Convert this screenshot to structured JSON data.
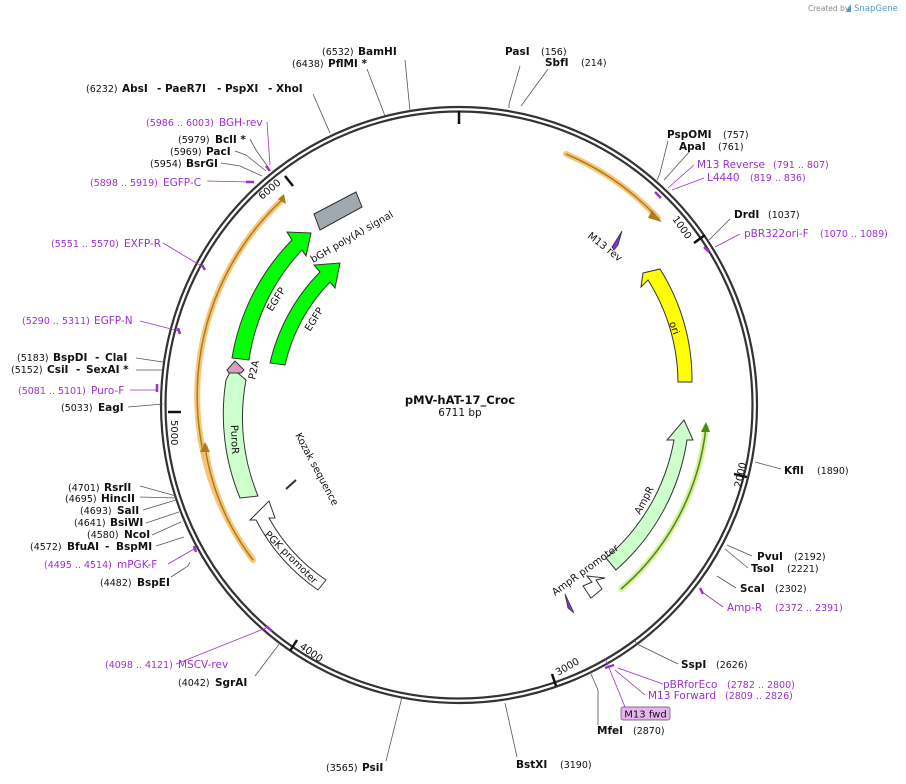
{
  "credit": {
    "prefix": "Created by",
    "brand": "SnapGene"
  },
  "plasmid": {
    "name": "pMV-hAT-17_Croc",
    "length": 6711,
    "length_label": "6711 bp"
  },
  "ring_ticks": [
    {
      "value": 1000,
      "label": "1000"
    },
    {
      "value": 2000,
      "label": "2000"
    },
    {
      "value": 3000,
      "label": "3000"
    },
    {
      "value": 4000,
      "label": "4000"
    },
    {
      "value": 5000,
      "label": "5000"
    },
    {
      "value": 6000,
      "label": "6000"
    }
  ],
  "sites": [
    {
      "pos": 0,
      "group": [
        {
          "name": "PasI",
          "pos": "(156)"
        }
      ]
    },
    {
      "pos": 0,
      "group": [
        {
          "name": "SbfI",
          "pos": "(214)"
        }
      ]
    },
    {
      "pos": 0,
      "group": [
        {
          "name": "PspOMI",
          "pos": "(757)"
        }
      ]
    },
    {
      "pos": 0,
      "group": [
        {
          "name": "ApaI",
          "pos": "(761)"
        }
      ]
    },
    {
      "pos": 0,
      "group": [
        {
          "name": "DrdI",
          "pos": "(1037)"
        }
      ]
    },
    {
      "pos": 0,
      "group": [
        {
          "name": "KflI",
          "pos": "(1890)"
        }
      ]
    },
    {
      "pos": 0,
      "group": [
        {
          "name": "PvuI",
          "pos": "(2192)"
        }
      ]
    },
    {
      "pos": 0,
      "group": [
        {
          "name": "TsoI",
          "pos": "(2221)"
        }
      ]
    },
    {
      "pos": 0,
      "group": [
        {
          "name": "ScaI",
          "pos": "(2302)"
        }
      ]
    },
    {
      "pos": 0,
      "group": [
        {
          "name": "SspI",
          "pos": "(2626)"
        }
      ]
    },
    {
      "pos": 0,
      "group": [
        {
          "name": "MfeI",
          "pos": "(2870)"
        }
      ]
    },
    {
      "pos": 0,
      "group": [
        {
          "name": "BstXI",
          "pos": "(3190)"
        }
      ]
    },
    {
      "pos": 0,
      "group": [
        {
          "name": "PsiI",
          "pos": "(3565)"
        }
      ]
    },
    {
      "pos": 0,
      "group": [
        {
          "name": "SgrAI",
          "pos": "(4042)"
        }
      ]
    },
    {
      "pos": 0,
      "group": [
        {
          "name": "BspEI",
          "pos": "(4482)"
        }
      ]
    },
    {
      "pos": 0,
      "group": [
        {
          "name": "BfuAI",
          "pos": "(4572)"
        },
        {
          "name": "BspMI",
          "pos": ""
        }
      ]
    },
    {
      "pos": 0,
      "group": [
        {
          "name": "NcoI",
          "pos": "(4580)"
        }
      ]
    },
    {
      "pos": 0,
      "group": [
        {
          "name": "BsiWI",
          "pos": "(4641)"
        }
      ]
    },
    {
      "pos": 0,
      "group": [
        {
          "name": "SalI",
          "pos": "(4693)"
        }
      ]
    },
    {
      "pos": 0,
      "group": [
        {
          "name": "HincII",
          "pos": "(4695)"
        }
      ]
    },
    {
      "pos": 0,
      "group": [
        {
          "name": "RsrII",
          "pos": "(4701)"
        }
      ]
    },
    {
      "pos": 0,
      "group": [
        {
          "name": "EagI",
          "pos": "(5033)"
        }
      ]
    },
    {
      "pos": 0,
      "group": [
        {
          "name": "CsiI",
          "pos": "(5152)"
        },
        {
          "name": "SexAI *",
          "pos": ""
        }
      ]
    },
    {
      "pos": 0,
      "group": [
        {
          "name": "BspDI",
          "pos": "(5183)"
        },
        {
          "name": "ClaI",
          "pos": ""
        }
      ]
    },
    {
      "pos": 0,
      "group": [
        {
          "name": "BsrGI",
          "pos": "(5954)"
        }
      ]
    },
    {
      "pos": 0,
      "group": [
        {
          "name": "PacI",
          "pos": "(5969)"
        }
      ]
    },
    {
      "pos": 0,
      "group": [
        {
          "name": "BclI *",
          "pos": "(5979)"
        }
      ]
    },
    {
      "pos": 0,
      "group": [
        {
          "name": "AbsI",
          "pos": "(6232)"
        },
        {
          "name": "PaeR7I",
          "pos": ""
        },
        {
          "name": "PspXI",
          "pos": ""
        },
        {
          "name": "XhoI",
          "pos": ""
        }
      ]
    },
    {
      "pos": 0,
      "group": [
        {
          "name": "PflMI *",
          "pos": "(6438)"
        }
      ]
    },
    {
      "pos": 0,
      "group": [
        {
          "name": "BamHI",
          "pos": "(6532)"
        }
      ]
    }
  ],
  "primers": [
    {
      "name": "M13 Reverse",
      "range": "(791 .. 807)"
    },
    {
      "name": "L4440",
      "range": "(819 .. 836)"
    },
    {
      "name": "pBR322ori-F",
      "range": "(1070 .. 1089)"
    },
    {
      "name": "Amp-R",
      "range": "(2372 .. 2391)"
    },
    {
      "name": "pBRforEco",
      "range": "(2782 .. 2800)"
    },
    {
      "name": "M13 Forward",
      "range": "(2809 .. 2826)"
    },
    {
      "name": "MSCV-rev",
      "range": "(4098 .. 4121)"
    },
    {
      "name": "mPGK-F",
      "range": "(4495 .. 4514)"
    },
    {
      "name": "Puro-F",
      "range": "(5081 .. 5101)"
    },
    {
      "name": "EGFP-N",
      "range": "(5290 .. 5311)"
    },
    {
      "name": "EXFP-R",
      "range": "(5551 .. 5570)"
    },
    {
      "name": "EGFP-C",
      "range": "(5898 .. 5919)"
    },
    {
      "name": "BGH-rev",
      "range": "(5986 .. 6003)"
    }
  ],
  "boxed_primer": {
    "name": "M13 fwd",
    "color": "#e8b4f0"
  },
  "features": [
    {
      "name": "M13 rev",
      "color": "#8a2be2"
    },
    {
      "name": "M13 fwd",
      "color": "#8a2be2"
    },
    {
      "name": "ori",
      "color": "#ffff00"
    },
    {
      "name": "AmpR",
      "color": "#ccffcc"
    },
    {
      "name": "AmpR promoter",
      "color": "#ffffff"
    },
    {
      "name": "PGK promoter",
      "color": "#ffffff"
    },
    {
      "name": "Kozak sequence",
      "color": "#555555"
    },
    {
      "name": "PuroR",
      "color": "#ccffcc"
    },
    {
      "name": "P2A",
      "color": "#d8a0c0"
    },
    {
      "name": "EGFP",
      "color": "#00ff00"
    },
    {
      "name": "EGFP",
      "color": "#00ff00"
    },
    {
      "name": "bGH poly(A) signal",
      "color": "#a0a8b0"
    }
  ],
  "colors": {
    "orf_outline": "#f5c878",
    "orf_core": "#b07a20",
    "amp_orf_core": "#4a8a10",
    "primer": "#9b30d0",
    "backbone": "#333333"
  }
}
